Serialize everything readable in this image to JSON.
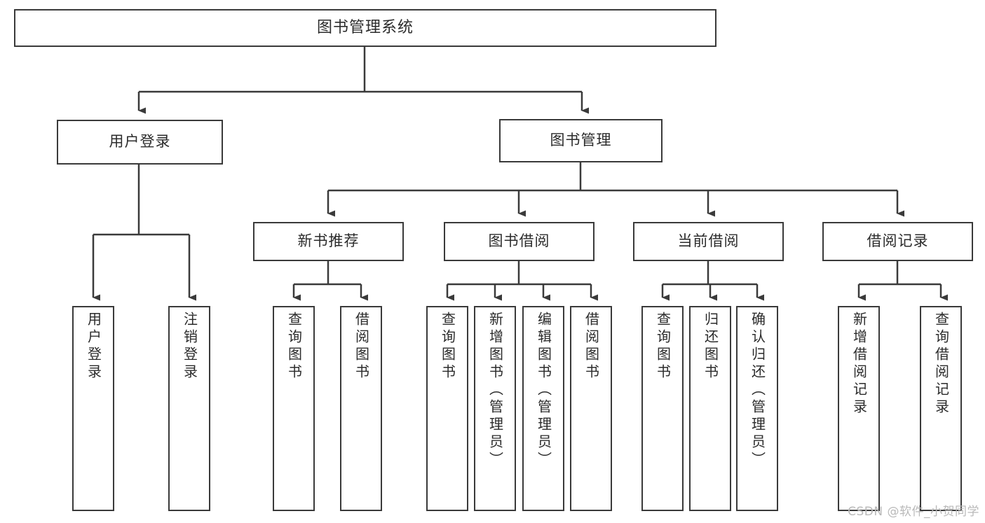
{
  "diagram": {
    "title": "图书管理系统",
    "type": "tree-hierarchy",
    "watermark": "CSDN @软件_小贺同学",
    "nodes": {
      "root": {
        "label": "图书管理系统",
        "level": 0
      },
      "user_login": {
        "label": "用户登录",
        "level": 1
      },
      "book_manage": {
        "label": "图书管理",
        "level": 1
      },
      "new_book_rec": {
        "label": "新书推荐",
        "level": 2
      },
      "book_borrow": {
        "label": "图书借阅",
        "level": 2
      },
      "current_borrow": {
        "label": "当前借阅",
        "level": 2
      },
      "borrow_record": {
        "label": "借阅记录",
        "level": 2
      },
      "leaf_user_login": {
        "label": "用户登录",
        "level": 3
      },
      "leaf_logout": {
        "label": "注销登录",
        "level": 3
      },
      "leaf_query_book_1": {
        "label": "查询图书",
        "level": 3
      },
      "leaf_borrow_book_1": {
        "label": "借阅图书",
        "level": 3
      },
      "leaf_query_book_2": {
        "label": "查询图书",
        "level": 3
      },
      "leaf_add_book": {
        "label": "新增图书（管理员）",
        "level": 3
      },
      "leaf_edit_book": {
        "label": "编辑图书（管理员）",
        "level": 3
      },
      "leaf_borrow_book_2": {
        "label": "借阅图书",
        "level": 3
      },
      "leaf_query_book_3": {
        "label": "查询图书",
        "level": 3
      },
      "leaf_return_book": {
        "label": "归还图书",
        "level": 3
      },
      "leaf_confirm_return": {
        "label": "确认归还（管理员）",
        "level": 3
      },
      "leaf_add_record": {
        "label": "新增借阅记录",
        "level": 3
      },
      "leaf_query_record": {
        "label": "查询借阅记录",
        "level": 3
      }
    },
    "colors": {
      "stroke": "#3a3a3a",
      "fill": "#ffffff",
      "text": "#2b2b2b",
      "watermark": "#b9b9b9"
    }
  }
}
